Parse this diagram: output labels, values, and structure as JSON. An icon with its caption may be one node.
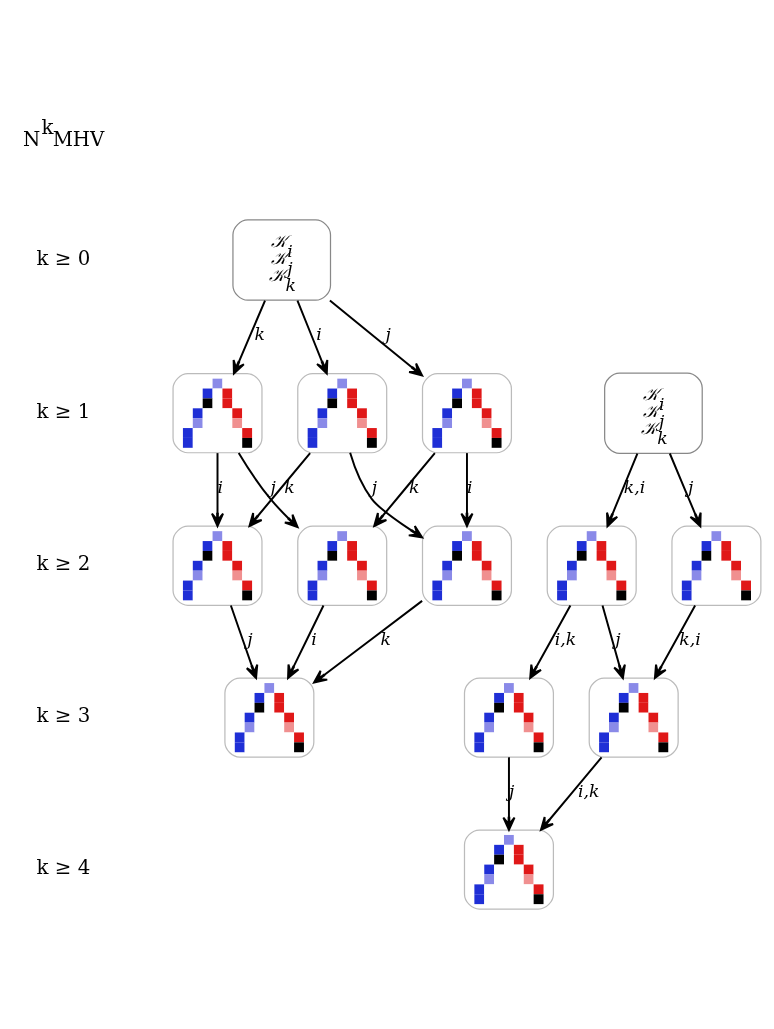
{
  "diagram": {
    "nodes": [
      {
        "text": [
          "𝒦$_{i}$",
          "𝒦$_{j}$",
          "𝒦$_{k}$"
        ]
      },
      {
        "text": [],
        "shape": "picture"
      },
      {
        "text": [],
        "shape": "picture"
      },
      {
        "text": [],
        "shape": "picture"
      },
      {
        "text": [
          "𝒦$_{i}$",
          "𝒦$_{j}$",
          "𝒦$_{k}$"
        ]
      },
      {
        "text": [],
        "shape": "picture"
      },
      {
        "text": [],
        "shape": "picture"
      },
      {
        "text": [],
        "shape": "picture"
      },
      {
        "text": [],
        "shape": "picture"
      },
      {
        "text": [],
        "shape": "picture"
      },
      {
        "text": [],
        "shape": "picture"
      },
      {
        "text": [],
        "shape": "picture"
      },
      {
        "text": [],
        "shape": "picture"
      },
      {
        "text": [],
        "shape": "picture"
      }
    ],
    "edges": [
      {
        "from": 0,
        "to": 1,
        "arrow": "to",
        "label": "k"
      },
      {
        "from": 0,
        "to": 2,
        "arrow": "to",
        "label": "i"
      },
      {
        "from": 0,
        "to": 3,
        "arrow": "to",
        "label": "j"
      },
      {
        "from": 1,
        "to": 5,
        "arrow": "to",
        "label": "i"
      },
      {
        "from": 1,
        "to": 6,
        "arrow": "to",
        "label": "j"
      },
      {
        "from": 2,
        "to": 5,
        "arrow": "to",
        "label": "k"
      },
      {
        "from": 2,
        "to": 7,
        "arrow": "to",
        "label": "j"
      },
      {
        "from": 3,
        "to": 6,
        "arrow": "to",
        "label": "k"
      },
      {
        "from": 3,
        "to": 7,
        "arrow": "to",
        "label": "i"
      },
      {
        "from": 4,
        "to": 8,
        "arrow": "to",
        "label": "k,i"
      },
      {
        "from": 4,
        "to": 9,
        "arrow": "to",
        "label": "j"
      },
      {
        "from": 5,
        "to": 10,
        "arrow": "to",
        "label": "j"
      },
      {
        "from": 6,
        "to": 10,
        "arrow": "to",
        "label": "i"
      },
      {
        "from": 7,
        "to": 10,
        "arrow": "to",
        "label": "k"
      },
      {
        "from": 8,
        "to": 11,
        "arrow": "to",
        "label": "i,k"
      },
      {
        "from": 8,
        "to": 12,
        "arrow": "to",
        "label": "j"
      },
      {
        "from": 9,
        "to": 12,
        "arrow": "to",
        "label": "k,i"
      },
      {
        "from": 11,
        "to": 13,
        "arrow": "to",
        "label": "j"
      },
      {
        "from": 12,
        "to": 13,
        "arrow": "to",
        "label": "i,k"
      }
    ],
    "labels": [
      "N$^{k}$MHV",
      "k ≥ 0",
      "k ≥ 1",
      "k ≥ 2",
      "k ≥ 3",
      "k ≥ 4"
    ]
  }
}
